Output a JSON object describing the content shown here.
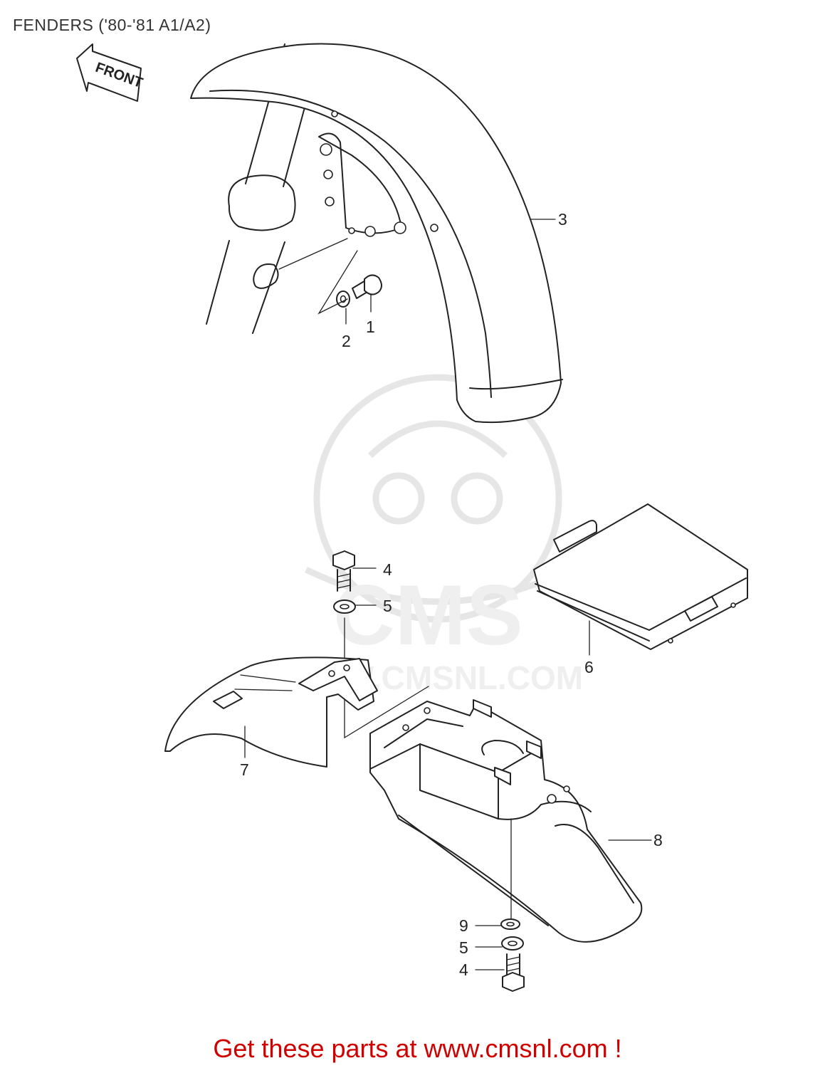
{
  "title": "FENDERS ('80-'81 A1/A2)",
  "front_arrow": {
    "label": "FRONT",
    "icon": "front-direction-arrow-icon"
  },
  "callouts": [
    {
      "part": "1",
      "text": "1"
    },
    {
      "part": "2",
      "text": "2"
    },
    {
      "part": "3",
      "text": "3"
    },
    {
      "part": "4",
      "text": "4"
    },
    {
      "part": "5",
      "text": "5"
    },
    {
      "part": "6",
      "text": "6"
    },
    {
      "part": "7",
      "text": "7"
    },
    {
      "part": "8",
      "text": "8"
    },
    {
      "part": "9",
      "text": "9"
    },
    {
      "part": "5",
      "text": "5"
    },
    {
      "part": "4",
      "text": "4"
    }
  ],
  "watermark": {
    "brand": "CMS",
    "url": "WWW.CMSNL.COM"
  },
  "footer": {
    "text": "Get these parts at www.cmsnl.com !",
    "color": "#d00000"
  }
}
